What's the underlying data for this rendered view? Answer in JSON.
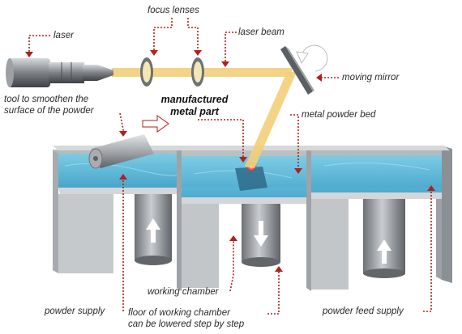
{
  "labels": {
    "focus_lenses": "focus lenses",
    "laser": "laser",
    "laser_beam": "laser beam",
    "moving_mirror": "moving mirror",
    "tool_line1": "tool to smoothen the",
    "tool_line2": "surface of the powder",
    "part_line1": "manufactured",
    "part_line2": "metal part",
    "metal_powder_bed": "metal powder bed",
    "working_chamber": "working chamber",
    "powder_supply": "powder supply",
    "floor_line1": "floor of working chamber",
    "floor_line2": "can be lowered step by step",
    "powder_feed_supply": "powder feed supply"
  },
  "colors": {
    "leader": "#b0201c",
    "powder": "#4fb4d6",
    "beam": "#f2cf79",
    "steel": "#9a9ea3"
  }
}
